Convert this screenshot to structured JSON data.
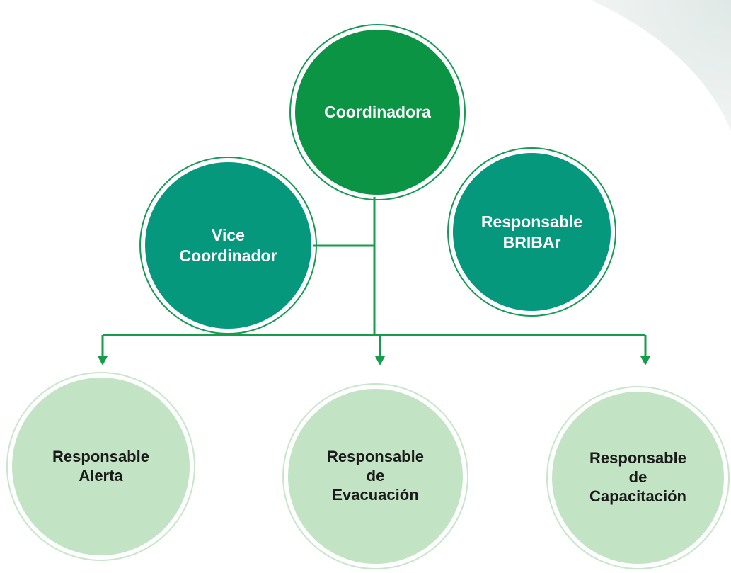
{
  "colors": {
    "primary_green": "#0a9443",
    "teal": "#05987d",
    "light_green": "#c2e3c4",
    "connector": "#169d4b",
    "ring_dark": "#169a55",
    "ring_light": "#c7e6ca"
  },
  "nodes": {
    "coordinadora": "Coordinadora",
    "vice_coordinador": "Vice\nCoordinador",
    "responsable_bribar": "Responsable\nBRIBAr",
    "responsable_alerta": "Responsable\nAlerta",
    "responsable_evacuacion": "Responsable\nde\nEvacuación",
    "responsable_capacitacion": "Responsable\nde\nCapacitación"
  }
}
